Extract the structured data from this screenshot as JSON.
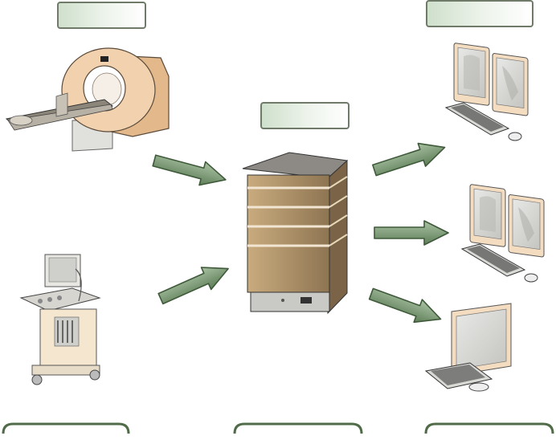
{
  "labels": {
    "modalities": "",
    "server": "",
    "workstations": ""
  },
  "colors": {
    "arrow_fill": "#7d9b77",
    "arrow_stroke": "#3f5a3a",
    "bracket": "#4f6b48",
    "server_body": "#a98e66",
    "device_cream": "#f3dcc0",
    "screen_gray": "#d9d9d6"
  },
  "icons": [
    "ct-scanner",
    "ultrasound-machine",
    "server-tower",
    "dual-monitor-workstation",
    "single-monitor-workstation",
    "arrow-right",
    "bracket"
  ]
}
